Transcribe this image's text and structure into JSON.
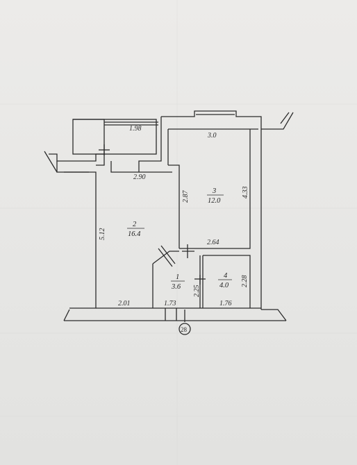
{
  "plan": {
    "rooms": [
      {
        "number": "1",
        "area": "3.6"
      },
      {
        "number": "2",
        "area": "16.4"
      },
      {
        "number": "3",
        "area": "12.0"
      },
      {
        "number": "4",
        "area": "4.0"
      }
    ],
    "dimensions": {
      "balcony_width": "1.98",
      "room3_top": "3.0",
      "room2_top": "2.90",
      "room3_left": "2.87",
      "room3_right": "4.33",
      "room2_left": "5.12",
      "room3_bottom": "2.64",
      "room4_right": "2.28",
      "room1_right": "2.25",
      "room2_bottom": "2.01",
      "room1_bottom": "1.73",
      "room4_bottom": "1.76"
    },
    "axis_marker": "28"
  },
  "colors": {
    "paper": "#e8e8e6",
    "ink": "#2b2b2b"
  }
}
